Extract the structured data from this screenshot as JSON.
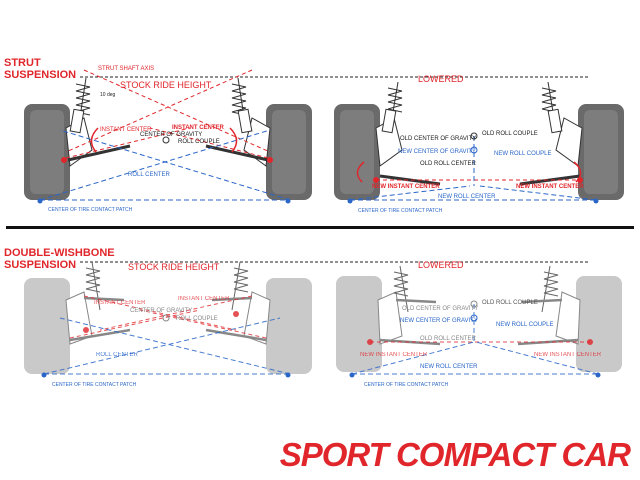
{
  "colors": {
    "red": "#e0262b",
    "blue": "#2a66c8",
    "dark": "#222222",
    "tire": "#6a6a6a",
    "tire_light": "#c9c9c9",
    "divider": "#111111"
  },
  "strut": {
    "section_title_1": "STRUT",
    "section_title_2": "SUSPENSION",
    "left": {
      "strut_shaft_axis": "STRUT SHAFT AXIS",
      "angle": "10 deg",
      "stock_ride_height": "STOCK RIDE HEIGHT",
      "instant_center_left": "INSTANT CENTER",
      "instant_center_right": "INSTANT CENTER",
      "center_of_gravity": "CENTER OF GRAVITY",
      "roll_couple": "ROLL COUPLE",
      "roll_center": "ROLL CENTER",
      "contact_patch": "CENTER OF TIRE CONTACT PATCH"
    },
    "right": {
      "lowered": "LOWERED",
      "old_center_of_gravity": "OLD CENTER OF GRAVITY",
      "old_roll_couple": "OLD ROLL COUPLE",
      "new_center_of_gravity": "NEW CENTER OF GRAVITY",
      "new_roll_couple": "NEW ROLL COUPLE",
      "old_roll_center": "OLD ROLL CENTER",
      "new_instant_center_left": "NEW INSTANT CENTER",
      "new_instant_center_right": "NEW INSTANT CENTER",
      "new_roll_center": "NEW ROLL CENTER",
      "contact_patch": "CENTER OF TIRE CONTACT PATCH"
    }
  },
  "wishbone": {
    "section_title_1": "DOUBLE-WISHBONE",
    "section_title_2": "SUSPENSION",
    "left": {
      "stock_ride_height": "STOCK RIDE HEIGHT",
      "instant_center_left": "INSTANT CENTER",
      "instant_center_right": "INSTANT CENTER",
      "center_of_gravity": "CENTER OF GRAVITY",
      "roll_couple": "ROLL COUPLE",
      "roll_center": "ROLL CENTER",
      "contact_patch": "CENTER OF TIRE CONTACT PATCH"
    },
    "right": {
      "lowered": "LOWERED",
      "old_center_of_gravity": "OLD CENTER OF GRAVITY",
      "old_roll_couple": "OLD ROLL COUPLE",
      "new_center_of_gravity": "NEW CENTER OF GRAVITY",
      "new_roll_couple": "NEW ROLL COUPLE",
      "old_roll_center": "OLD ROLL CENTER",
      "new_instant_center_left": "NEW INSTANT CENTER",
      "new_instant_center_right": "NEW INSTANT CENTER",
      "new_roll_center": "NEW ROLL CENTER",
      "contact_patch": "CENTER OF TIRE CONTACT PATCH"
    }
  },
  "brand": {
    "logo": "SPORT COMPACT CAR"
  }
}
